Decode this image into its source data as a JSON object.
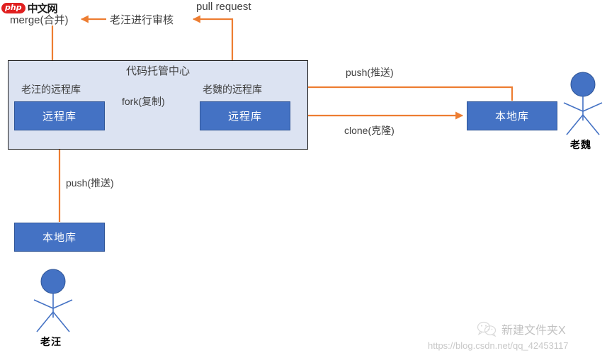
{
  "diagram": {
    "title_logo": {
      "badge": "php",
      "text": "中文网"
    },
    "hosting_center": {
      "label": "代码托管中心"
    },
    "boxes": {
      "remote_wang": {
        "label": "远程库",
        "caption": "老汪的远程库"
      },
      "remote_wei": {
        "label": "远程库",
        "caption": "老魏的远程库"
      },
      "local_wang": {
        "label": "本地库"
      },
      "local_wei": {
        "label": "本地库"
      }
    },
    "people": [
      {
        "name": "老汪"
      },
      {
        "name": "老魏"
      }
    ],
    "edges": {
      "fork": "fork(复制)",
      "push_bottom": "push(推送)",
      "push_right": "push(推送)",
      "clone": "clone(克隆)",
      "merge": "merge(合并)",
      "review": "老汪进行审核",
      "pull_request": "pull request"
    },
    "watermark": {
      "wechat_text": "新建文件夹X",
      "url": "https://blog.csdn.net/qq_42453117"
    },
    "colors": {
      "box_fill": "#4472c4",
      "box_border": "#2f5597",
      "container_fill": "#dce3f2",
      "arrow": "#ed7d31",
      "person": "#4472c4"
    }
  }
}
